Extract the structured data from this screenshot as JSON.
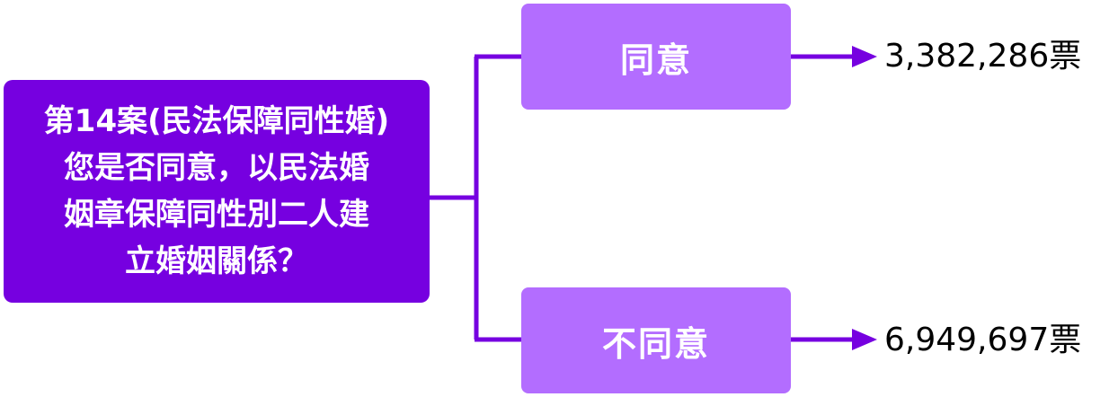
{
  "question": {
    "lines": [
      "第14案(民法保障同性婚)",
      "您是否同意，以民法婚",
      "姻章保障同性別二人建",
      "立婚姻關係？"
    ]
  },
  "options": [
    {
      "label": "同意",
      "result": "3,382,286票"
    },
    {
      "label": "不同意",
      "result": "6,949,697票"
    }
  ],
  "colors": {
    "question_box": "#7600e0",
    "option_box": "#b36dff",
    "connector": "#7600e0",
    "text_light": "#ffffff",
    "text_dark": "#000000"
  }
}
